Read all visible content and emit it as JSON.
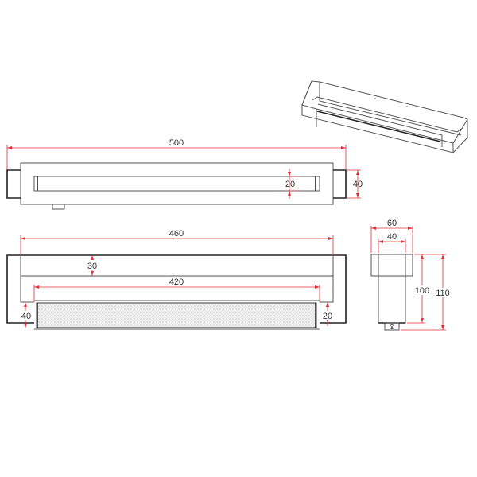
{
  "colors": {
    "outline": "#555555",
    "dimension": "#e0303a",
    "text": "#333333",
    "hatch_fill": "#eeeeee"
  },
  "top_view": {
    "overall_length": "500",
    "slot_width": "20",
    "end_height": "40"
  },
  "front_view": {
    "outer_length": "460",
    "rail_height": "30",
    "bar_length": "420",
    "bar_height_left": "40",
    "gap_right": "20"
  },
  "side_view": {
    "flange_width": "60",
    "body_width": "40",
    "body_height": "100",
    "overall_height": "110"
  },
  "isometric_view": {
    "present": true
  }
}
